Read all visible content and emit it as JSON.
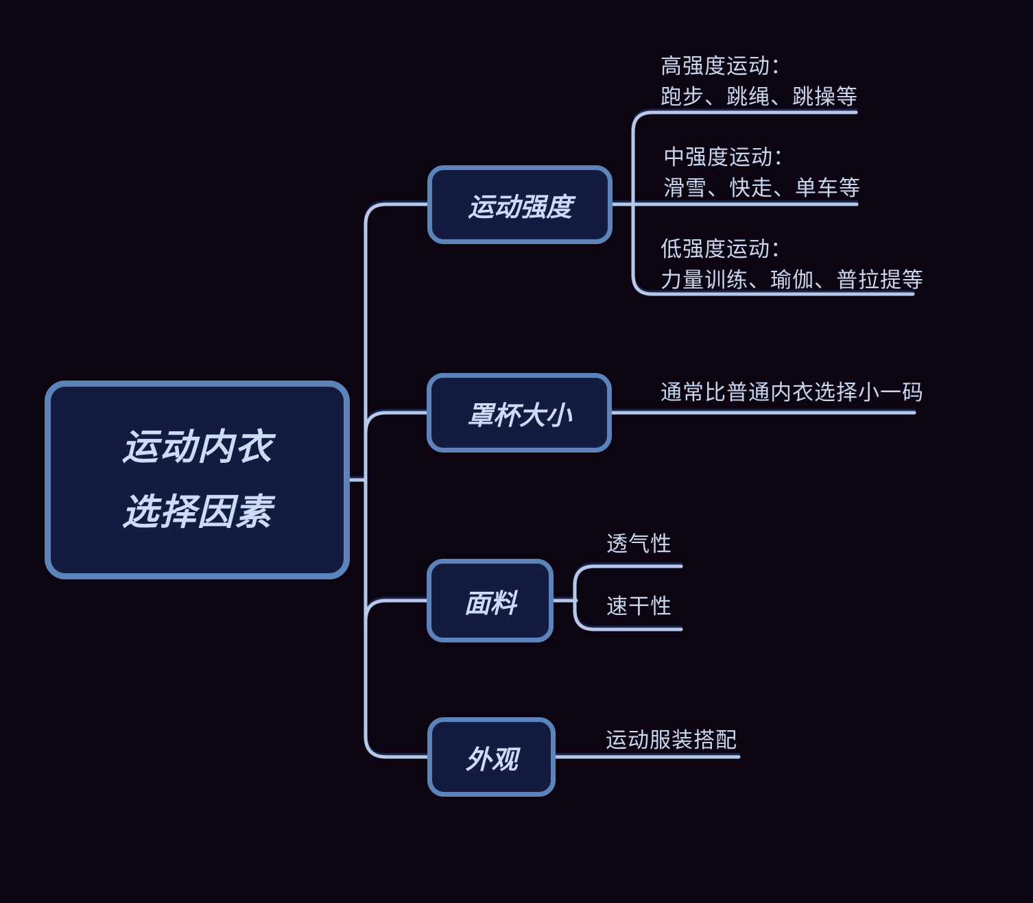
{
  "root": {
    "label": "运动内衣\n选择因素"
  },
  "branches": [
    {
      "label": "运动强度",
      "children": [
        {
          "label": "高强度运动：\n跑步、跳绳、跳操等"
        },
        {
          "label": "中强度运动：\n滑雪、快走、单车等"
        },
        {
          "label": "低强度运动：\n力量训练、瑜伽、普拉提等"
        }
      ]
    },
    {
      "label": "罩杯大小",
      "children": [
        {
          "label": "通常比普通内衣选择小一码"
        }
      ]
    },
    {
      "label": "面料",
      "children": [
        {
          "label": "透气性"
        },
        {
          "label": "速干性"
        }
      ]
    },
    {
      "label": "外观",
      "children": [
        {
          "label": "运动服装搭配"
        }
      ]
    }
  ],
  "colors": {
    "background": "#0c0511",
    "node_fill": "#131c40",
    "node_border": "#5d84ba",
    "connector": "#b7c9e9",
    "node_text": "#cddcf6",
    "leaf_text": "#c9d6ef"
  }
}
